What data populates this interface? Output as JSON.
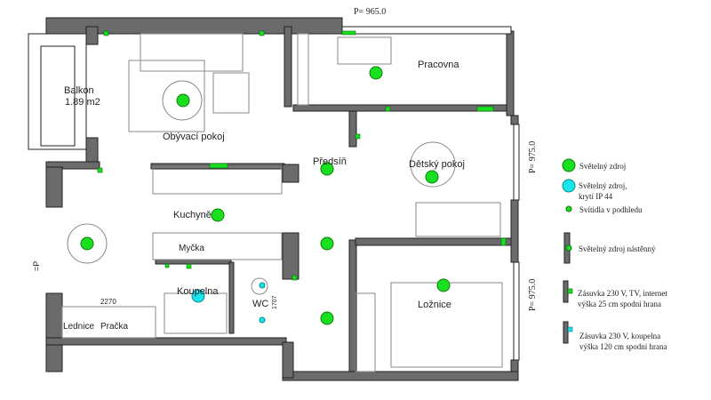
{
  "dimensions": {
    "top": "P= 965.0",
    "right_upper": "P= 975.0",
    "right_lower": "P= 975.0",
    "left": "=P",
    "kitchen_width": "2270",
    "wc_width": "1707"
  },
  "rooms": {
    "balcony": "Balkon",
    "balcony_area": "1.89 m2",
    "living": "Obývací pokoj",
    "study": "Pracovna",
    "hall": "Předsíň",
    "kids": "Dětský pokoj",
    "kitchen": "Kuchyně",
    "dishwasher": "Myčka",
    "bathroom": "Koupelna",
    "wc": "WC",
    "fridge": "Lednice",
    "washer": "Pračka",
    "bedroom": "Ložnice"
  },
  "legend": [
    {
      "icon": "light-source-icon",
      "label": "Světelný zdroj",
      "color": "#19e01f"
    },
    {
      "icon": "light-ip44-icon",
      "label": "Světelný zdroj,",
      "label2": "krytí IP 44",
      "color": "#18e4ec"
    },
    {
      "icon": "recessed-light-icon",
      "label": "Svítidla v podhledu",
      "color": "#19e01f"
    },
    {
      "icon": "wall-light-icon",
      "label": "Světelný zdroj nástěnný"
    },
    {
      "icon": "socket-tv-icon",
      "label": "Zásuvka 230 V, TV, internet",
      "label2": "výška 25 cm spodní hrana"
    },
    {
      "icon": "socket-bath-icon",
      "label": "Zásuvka 230 V, koupelna",
      "label2": "výška 120 cm spodní hrana"
    }
  ]
}
